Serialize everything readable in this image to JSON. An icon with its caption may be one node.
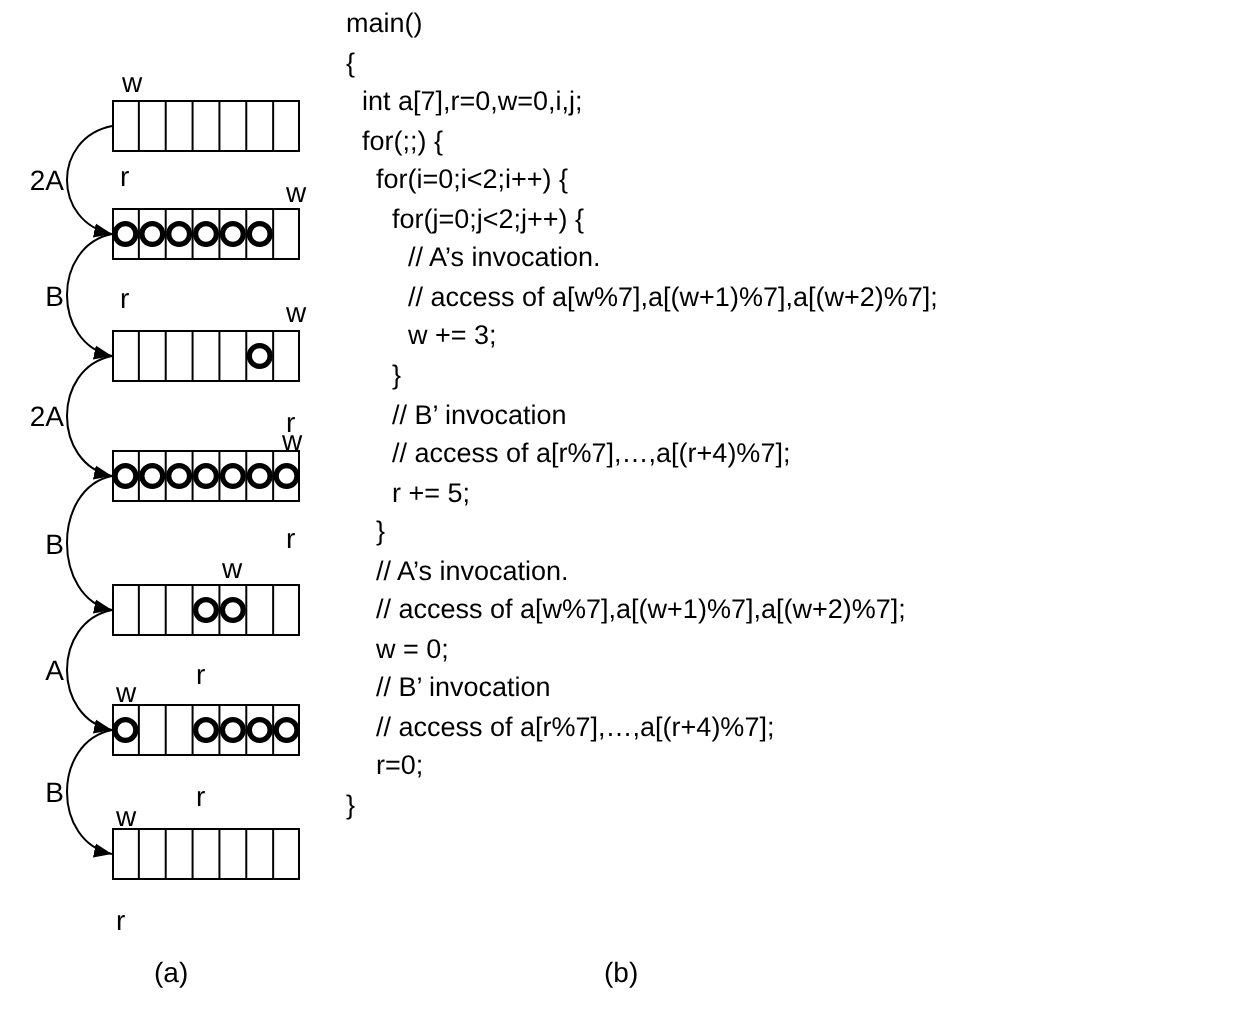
{
  "diagram": {
    "nodes": [
      {
        "text": [],
        "shape": "box"
      },
      {
        "text": [],
        "shape": "box"
      },
      {
        "text": [],
        "shape": "box"
      },
      {
        "text": [],
        "shape": "box"
      },
      {
        "text": [],
        "shape": "box"
      },
      {
        "text": [],
        "shape": "box"
      },
      {
        "text": [],
        "shape": "box"
      }
    ],
    "edges": [
      {
        "from": 0,
        "to": 1,
        "arrow": "to",
        "label": "2A"
      },
      {
        "from": 1,
        "to": 2,
        "arrow": "to",
        "label": "B"
      },
      {
        "from": 2,
        "to": 3,
        "arrow": "to",
        "label": "2A"
      },
      {
        "from": 3,
        "to": 4,
        "arrow": "to",
        "label": "B"
      },
      {
        "from": 4,
        "to": 5,
        "arrow": "to",
        "label": "A"
      },
      {
        "from": 5,
        "to": 6,
        "arrow": "to",
        "label": "B"
      }
    ],
    "labels": [
      "w",
      "r",
      "w",
      "r",
      "w",
      "r",
      "w",
      "r",
      "w",
      "r",
      "w",
      "r",
      "w",
      "r",
      "(a)",
      "main()",
      "{",
      "int a[7],r=0,w=0,i,j;",
      "for(;;) {",
      "for(i=0;i<2;i++) {",
      "for(j=0;j<2;j++) {",
      "// A’s invocation.",
      "// access of a[w%7],a[(w+1)%7],a[(w+2)%7];",
      "w += 3;",
      "}",
      "// B’ invocation",
      "// access of a[r%7],…,a[(r+4)%7];",
      "r += 5;",
      "}",
      "// A’s invocation.",
      "// access of a[w%7],a[(w+1)%7],a[(w+2)%7];",
      "w = 0;",
      "// B’ invocation",
      "// access of a[r%7],…,a[(r+4)%7];",
      "r=0;",
      "}",
      "(b)"
    ]
  }
}
